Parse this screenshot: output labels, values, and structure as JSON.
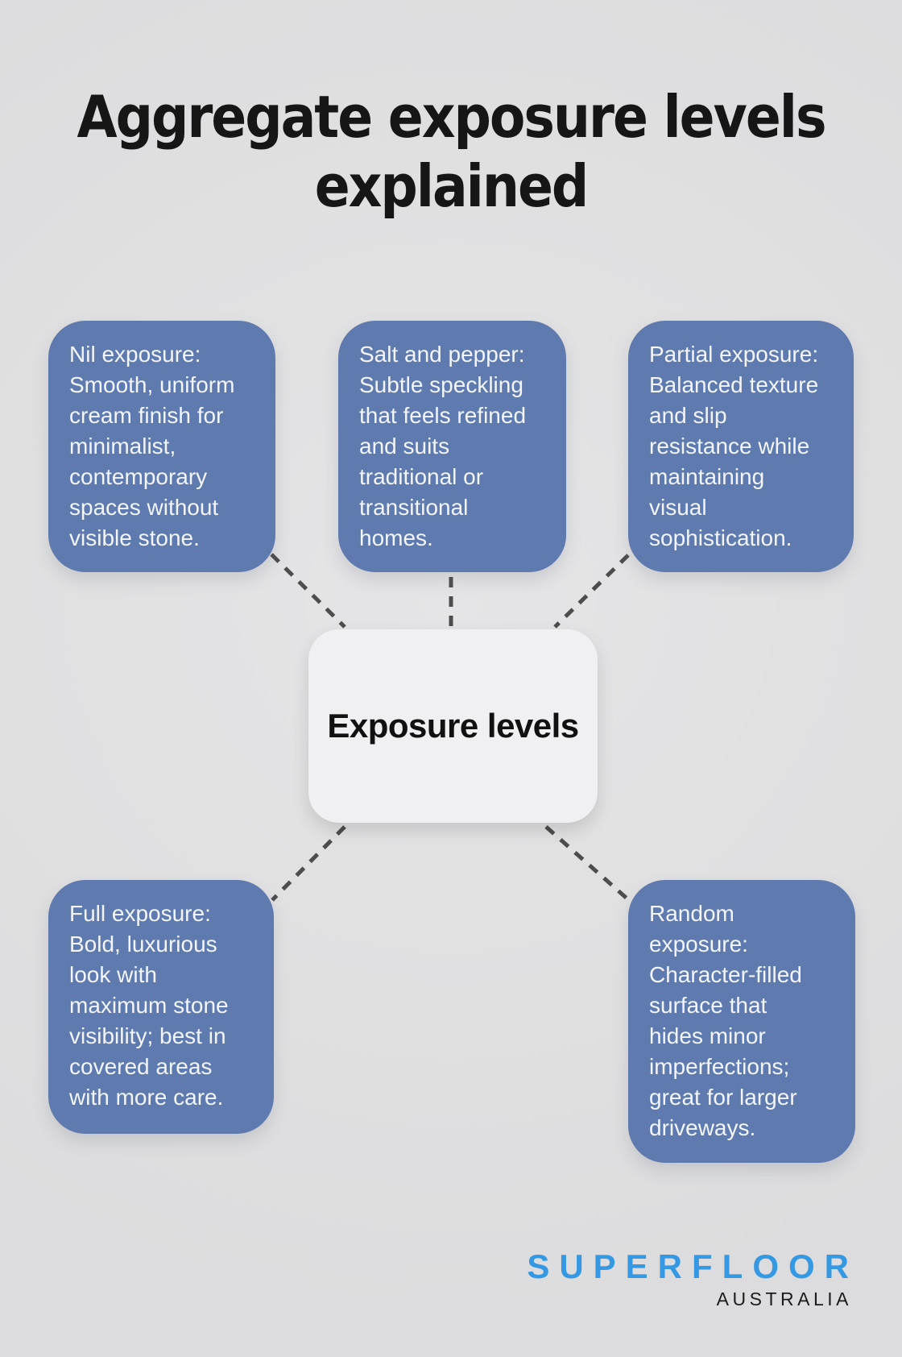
{
  "title": "Aggregate exposure levels\nexplained",
  "center": {
    "label": "Exposure levels"
  },
  "nodes": [
    {
      "id": "nil-exposure",
      "text": "Nil exposure:\nSmooth, uniform\ncream finish for\nminimalist,\ncontemporary\nspaces without\nvisible stone."
    },
    {
      "id": "salt-and-pepper",
      "text": "Salt and pepper:\nSubtle speckling\nthat feels refined\nand suits\ntraditional or\ntransitional\nhomes."
    },
    {
      "id": "partial-exposure",
      "text": "Partial exposure:\nBalanced texture\nand slip\nresistance while\nmaintaining\nvisual\nsophistication."
    },
    {
      "id": "full-exposure",
      "text": "Full exposure:\nBold, luxurious\nlook with\nmaximum stone\nvisibility; best in\ncovered areas\nwith more care."
    },
    {
      "id": "random-exposure",
      "text": "Random\nexposure:\nCharacter-filled\nsurface that\nhides minor\nimperfections;\ngreat for larger\ndriveways."
    }
  ],
  "logo": {
    "brand": "SUPERFLOOR",
    "region": "AUSTRALIA"
  },
  "colors": {
    "background": "#e0e0e1",
    "node_fill": "#5e7aae",
    "node_text": "#f2f5f9",
    "center_fill": "#f0f0f2",
    "center_text": "#111111",
    "connector": "#4d4d4d",
    "title_text": "#161616",
    "brand_blue": "#3598e3",
    "brand_black": "#1c1c1c"
  }
}
